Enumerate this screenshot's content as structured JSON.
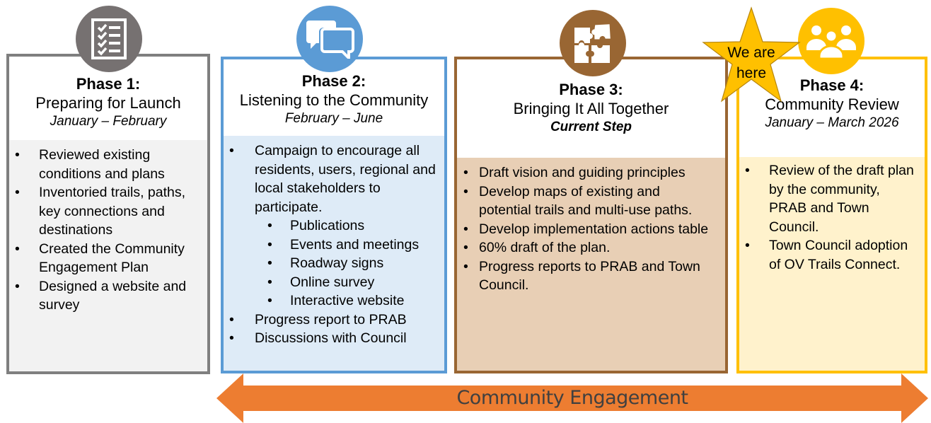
{
  "colors": {
    "phase1": "#7f7f7f",
    "phase1_icon": "#767171",
    "phase1_fill": "#f2f2f2",
    "phase2": "#5b9bd5",
    "phase2_fill": "#deebf7",
    "phase3": "#996633",
    "phase3_fill": "#e8cfb5",
    "phase4": "#ffc000",
    "phase4_fill": "#fff2cc",
    "arrow": "#ed7d31",
    "arrow_text": "#404040"
  },
  "phases": [
    {
      "icon": "checklist-icon",
      "number": "Phase 1:",
      "title": "Preparing for Launch",
      "dates": "January – February",
      "items": [
        "Reviewed existing conditions and plans",
        "Inventoried trails, paths, key connections and destinations",
        "Created the Community Engagement Plan",
        "Designed a website and survey"
      ]
    },
    {
      "icon": "speech-bubbles-icon",
      "number": "Phase 2:",
      "title": "Listening to the Community",
      "dates": "February – June",
      "items": [
        "Campaign to encourage all residents, users, regional and local stakeholders to participate.",
        "Progress report to PRAB",
        "Discussions with Council"
      ],
      "subitems": [
        "Publications",
        "Events and meetings",
        "Roadway signs",
        "Online survey",
        "Interactive website"
      ]
    },
    {
      "icon": "puzzle-pieces-icon",
      "number": "Phase 3:",
      "title": "Bringing It All Together",
      "status": "Current Step",
      "items": [
        "Draft vision and guiding principles",
        "Develop maps of existing and potential trails and multi-use paths.",
        "Develop implementation actions table",
        "60% draft of the plan.",
        "Progress reports to PRAB and Town Council."
      ]
    },
    {
      "icon": "people-group-icon",
      "number": "Phase 4:",
      "title": "Community Review",
      "dates": "January – March 2026",
      "items": [
        "Review of the draft plan by the community, PRAB and Town Council.",
        "Town Council adoption of OV Trails Connect."
      ]
    }
  ],
  "callout": {
    "text_line1": "We are",
    "text_line2": "here"
  },
  "engagement_arrow": {
    "label": "Community Engagement"
  },
  "bullet": "•"
}
